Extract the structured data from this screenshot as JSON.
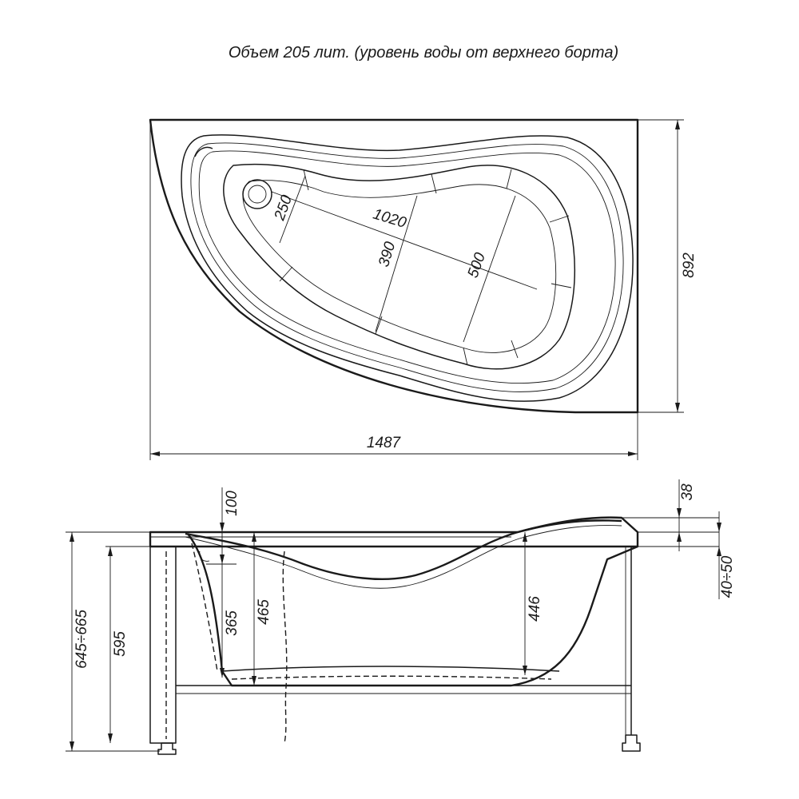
{
  "title": "Объем 205 лит. (уровень воды от верхнего борта)",
  "plan_view": {
    "dimensions": {
      "overall_length": "1487",
      "overall_width": "892",
      "inner_length": "1020",
      "head_end_width": "250",
      "middle_width": "390",
      "foot_end_width": "500"
    }
  },
  "side_view": {
    "dimensions": {
      "rim_height": "38",
      "water_level_from_rim": "40÷50",
      "overflow_depth": "100",
      "depth_head": "365",
      "depth_center": "465",
      "depth_foot": "446",
      "frame_height": "595",
      "total_height": "645÷665"
    }
  }
}
